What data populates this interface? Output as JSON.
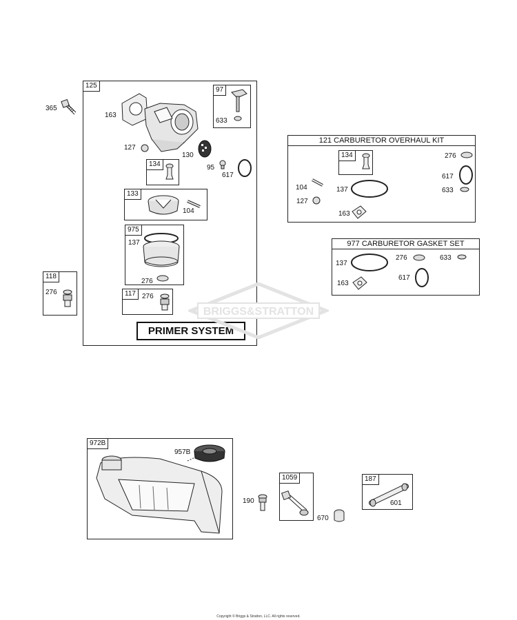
{
  "main_group": {
    "ref": "125",
    "parts": [
      "163",
      "127",
      "130",
      "95",
      "617"
    ],
    "primer_label": "PRIMER SYSTEM",
    "sub97": {
      "ref": "97",
      "part": "633"
    },
    "sub134": {
      "ref": "134"
    },
    "sub133": {
      "ref": "133",
      "part": "104"
    },
    "sub975": {
      "ref": "975",
      "parts": [
        "137",
        "276"
      ]
    },
    "sub117": {
      "ref": "117",
      "part": "276"
    }
  },
  "bolt_365": {
    "ref": "365"
  },
  "group_118": {
    "ref": "118",
    "part": "276"
  },
  "overhaul_kit": {
    "title": "121 CARBURETOR OVERHAUL KIT",
    "sub134": {
      "ref": "134"
    },
    "parts": [
      "104",
      "137",
      "127",
      "163",
      "276",
      "617",
      "633"
    ]
  },
  "gasket_set": {
    "title": "977 CARBURETOR GASKET SET",
    "parts": [
      "137",
      "276",
      "633",
      "163",
      "617"
    ]
  },
  "tank_group": {
    "ref": "972B",
    "cap": "957B"
  },
  "part_190": {
    "ref": "190"
  },
  "group_1059": {
    "ref": "1059",
    "part": "670"
  },
  "group_187": {
    "ref": "187",
    "part": "601"
  },
  "watermark": "BRIGGS&STRATTON",
  "copyright": "Copyright © Briggs & Stratton, LLC. All rights reserved."
}
